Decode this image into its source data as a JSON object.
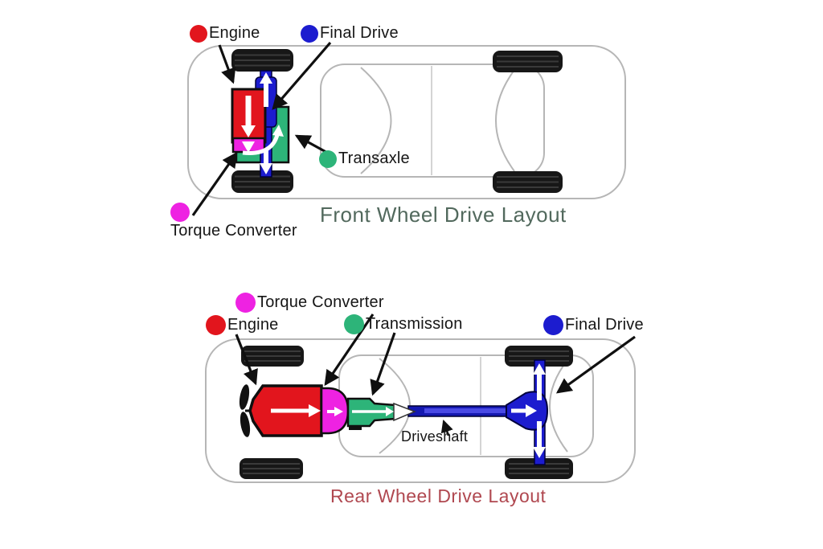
{
  "fwd": {
    "title": "Front Wheel Drive Layout",
    "labels": {
      "engine": "Engine",
      "final_drive": "Final Drive",
      "transaxle": "Transaxle",
      "torque_converter": "Torque Converter"
    }
  },
  "rwd": {
    "title": "Rear Wheel Drive Layout",
    "labels": {
      "engine": "Engine",
      "torque_converter": "Torque Converter",
      "transmission": "Transmission",
      "final_drive": "Final Drive",
      "driveshaft": "Driveshaft"
    }
  },
  "colors": {
    "engine_red": "#e2151d",
    "torque_converter_magenta": "#ee22e2",
    "transmission_green": "#2db479",
    "drive_blue": "#1c1ccf",
    "fwd_title_green": "#52695d",
    "rwd_title_red": "#b04850",
    "car_outline_gray": "#b6b6b6",
    "label_text": "#161616"
  }
}
